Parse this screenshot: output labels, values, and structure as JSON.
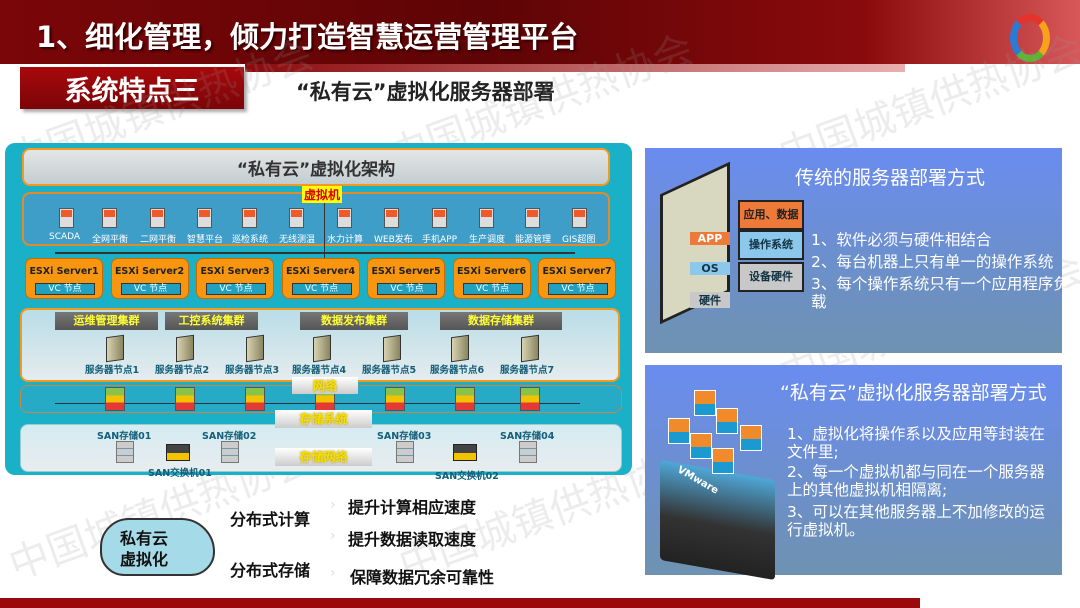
{
  "header": {
    "title": "1、细化管理，倾力打造智慧运营管理平台",
    "feature_label": "系统特点三",
    "subtitle": "“私有云”虚拟化服务器部署"
  },
  "watermark": "中国城镇供热协会",
  "diagram": {
    "title": "“私有云”虚拟化架构",
    "vm_label": "虚拟机",
    "vms": [
      "SCADA",
      "全网平衡",
      "二网平衡",
      "智慧平台",
      "巡检系统",
      "无线测温",
      "水力计算",
      "WEB发布",
      "手机APP",
      "生产调度",
      "能源管理",
      "GIS超图"
    ],
    "esxi": [
      "ESXi Server1",
      "ESXi Server2",
      "ESXi Server3",
      "ESXi Server4",
      "ESXi Server5",
      "ESXi Server6",
      "ESXi Server7"
    ],
    "vc_label": "VC 节点",
    "clusters": [
      "运维管理集群",
      "工控系统集群",
      "数据发布集群",
      "数据存储集群"
    ],
    "nodes": [
      "服务器节点1",
      "服务器节点2",
      "服务器节点3",
      "服务器节点4",
      "服务器节点5",
      "服务器节点6",
      "服务器节点7"
    ],
    "network_label": "网络",
    "storage_system_label": "存储系统",
    "storage_network_label": "存储网络",
    "san_storage": [
      "SAN存储01",
      "SAN存储02",
      "SAN存储03",
      "SAN存储04"
    ],
    "san_switches": [
      "SAN交换机01",
      "SAN交换机02"
    ]
  },
  "traditional": {
    "title": "传统的服务器部署方式",
    "stack": [
      "应用、数据",
      "操作系统",
      "设备硬件"
    ],
    "tower_labels": [
      "APP",
      "OS",
      "硬件"
    ],
    "points": [
      "1、软件必须与硬件相结合",
      "2、每台机器上只有单一的操作系统",
      "3、每个操作系统只有一个应用程序负载"
    ]
  },
  "private_cloud": {
    "title": "“私有云”虚拟化服务器部署方式",
    "vmware_label": "VMware",
    "points": [
      "1、虚拟化将操作系以及应用等封装在文件里;",
      "2、每一个虚拟机都与同在一个服务器上的其他虚拟机相隔离;",
      "3、可以在其他服务器上不加修改的运行虚拟机。"
    ]
  },
  "summary": {
    "cloud": "私有云\n虚拟化",
    "left": [
      "分布式计算",
      "分布式存储"
    ],
    "right": [
      "提升计算相应速度",
      "提升数据读取速度",
      "保障数据冗余可靠性"
    ]
  }
}
